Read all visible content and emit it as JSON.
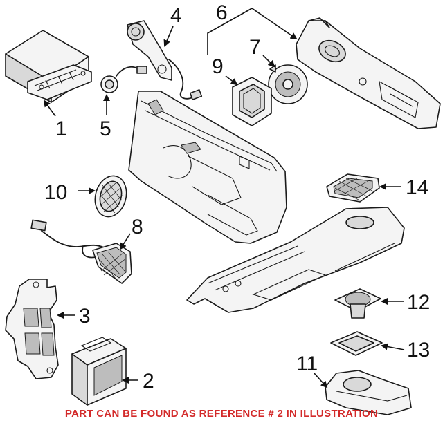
{
  "callouts": {
    "c1": "1",
    "c2": "2",
    "c3": "3",
    "c4": "4",
    "c5": "5",
    "c6": "6",
    "c7": "7",
    "c8": "8",
    "c9": "9",
    "c10": "10",
    "c11": "11",
    "c12": "12",
    "c13": "13",
    "c14": "14"
  },
  "footer_note": "PART CAN BE FOUND AS REFERENCE # 2 IN ILLUSTRATION",
  "colors": {
    "footer_note": "#d32a2a",
    "line": "#1a1a1a",
    "background": "#ffffff"
  }
}
